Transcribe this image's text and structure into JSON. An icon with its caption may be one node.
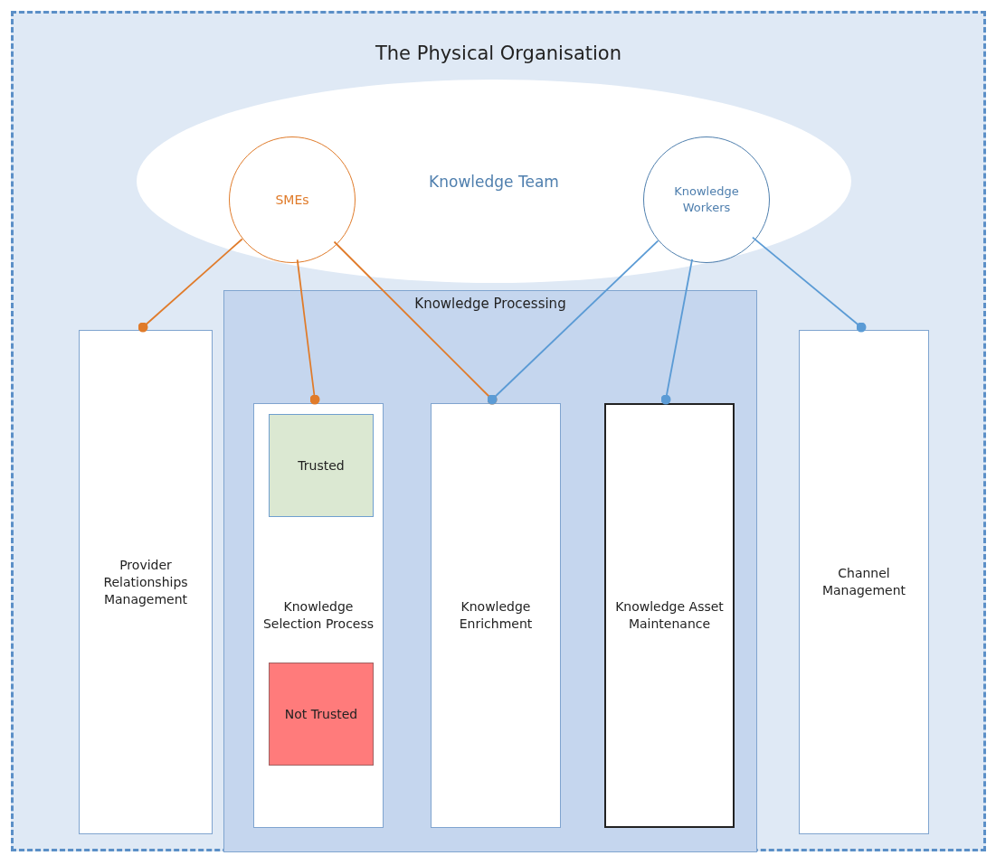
{
  "diagram": {
    "nodes": [
      {
        "text": [
          "The Physical Organisation"
        ]
      },
      {
        "text": [
          "Knowledge Team"
        ],
        "in": 0
      },
      {
        "text": [
          "SMEs"
        ],
        "in": 1
      },
      {
        "text": [
          "Knowledge Workers"
        ],
        "in": 1
      },
      {
        "text": [
          "Provider Relationships Management"
        ],
        "in": 0
      },
      {
        "text": [
          "Knowledge Processing"
        ],
        "in": 0
      },
      {
        "text": [
          "Knowledge Selection Process"
        ],
        "in": 5
      },
      {
        "text": [
          "Trusted"
        ],
        "in": 6
      },
      {
        "text": [
          "Not Trusted"
        ],
        "in": 6
      },
      {
        "text": [
          "Knowledge Enrichment"
        ],
        "in": 5
      },
      {
        "text": [
          "Knowledge Asset Maintenance"
        ],
        "in": 5
      },
      {
        "text": [
          "Channel Management"
        ],
        "in": 0
      }
    ],
    "edges": [
      {
        "from": 2,
        "to": 4,
        "arrow": "other",
        "color": "#e07b2a"
      },
      {
        "from": 2,
        "to": 6,
        "arrow": "other",
        "color": "#e07b2a"
      },
      {
        "from": 2,
        "to": 9,
        "arrow": "other",
        "color": "#e07b2a"
      },
      {
        "from": 3,
        "to": 9,
        "arrow": "other",
        "color": "#5b9bd5"
      },
      {
        "from": 3,
        "to": 10,
        "arrow": "other",
        "color": "#5b9bd5"
      },
      {
        "from": 3,
        "to": 11,
        "arrow": "other",
        "color": "#5b9bd5"
      }
    ]
  }
}
